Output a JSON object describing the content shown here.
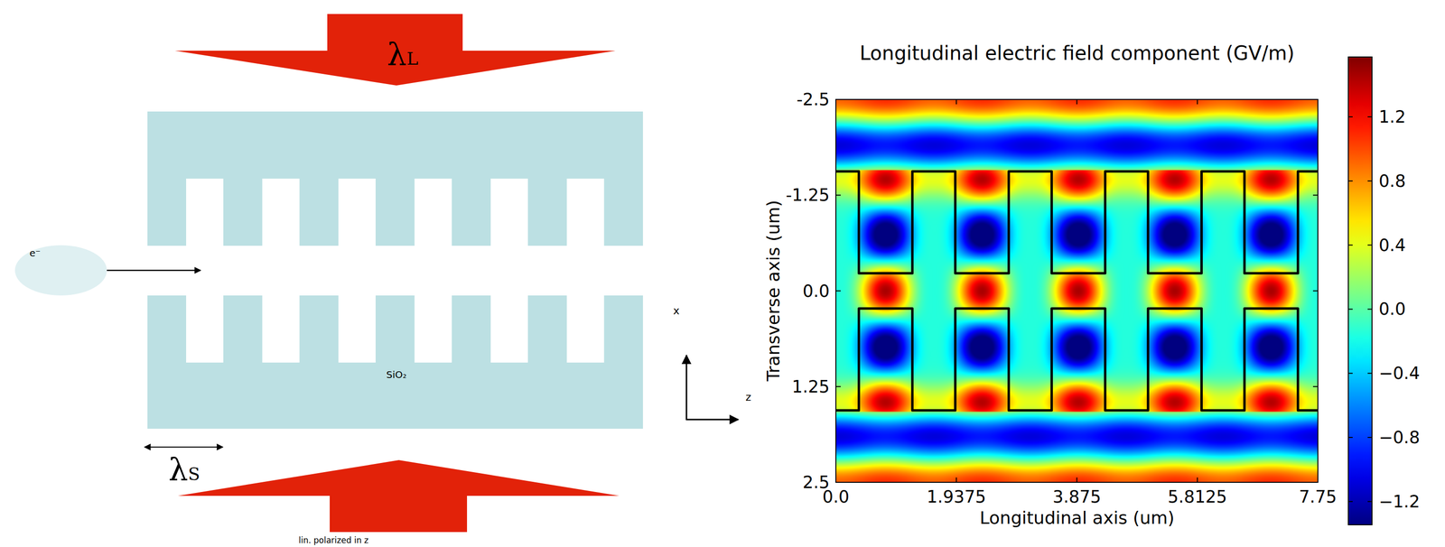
{
  "diagram": {
    "title": "Longitudinal electric field component (GV/m)",
    "nodes": [
      {
        "text": [
          "e⁻"
        ]
      }
    ],
    "labels": [
      "λL",
      "SiO₂",
      "λS",
      "lin. polarized in z",
      "x",
      "z",
      "-2.5",
      "-1.25",
      "0.0",
      "1.25",
      "2.5",
      "0.0",
      "1.9375",
      "3.875",
      "5.8125",
      "7.75",
      "Transverse axis (um)",
      "Longitudinal axis (um)",
      "1.2",
      "0.8",
      "0.4",
      "0.0",
      "−0.4",
      "−0.8",
      "−1.2"
    ]
  }
}
